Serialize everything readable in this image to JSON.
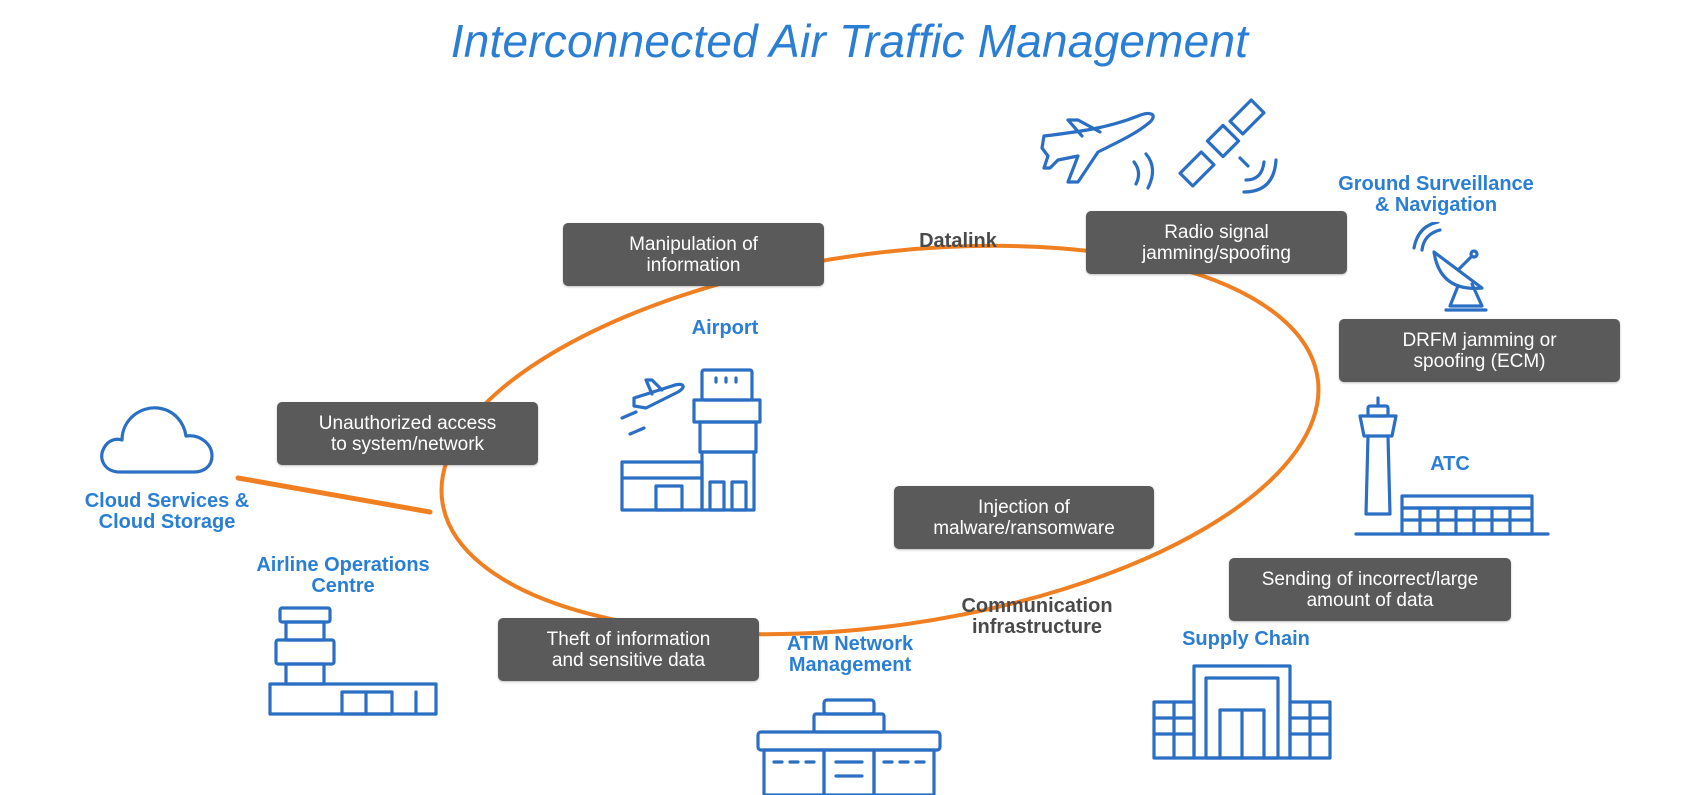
{
  "title": "Interconnected Air Traffic Management",
  "colors": {
    "title": "#2a7fd4",
    "node_label": "#2a7fd4",
    "link_label": "#4a4a4a",
    "ring": "#f07f22",
    "threat_box": "#5a5a5a",
    "icon_stroke": "#2a6fc4"
  },
  "nodes": {
    "ground_surveillance": {
      "line1": "Ground Surveillance",
      "line2": "& Navigation",
      "icon": "radar-dish-icon"
    },
    "airport": {
      "label": "Airport",
      "icon": "airport-tower-icon"
    },
    "cloud": {
      "line1": "Cloud Services &",
      "line2": "Cloud Storage",
      "icon": "cloud-icon"
    },
    "airline_ops": {
      "line1": "Airline Operations",
      "line2": "Centre",
      "icon": "ops-centre-icon"
    },
    "atm_network": {
      "line1": "ATM Network",
      "line2": "Management",
      "icon": "atm-building-icon"
    },
    "supply_chain": {
      "label": "Supply Chain",
      "icon": "warehouse-icon"
    },
    "atc": {
      "label": "ATC",
      "icon": "atc-tower-icon"
    },
    "aircraft": {
      "icon": "airplane-icon"
    },
    "satellite": {
      "icon": "satellite-icon"
    }
  },
  "links": {
    "datalink": "Datalink",
    "communication": {
      "line1": "Communication",
      "line2": "infrastructure"
    }
  },
  "threats": {
    "manipulation": {
      "line1": "Manipulation of",
      "line2": "information"
    },
    "radio": {
      "line1": "Radio signal",
      "line2": "jamming/spoofing"
    },
    "drfm": {
      "line1": "DRFM jamming or",
      "line2": "spoofing (ECM)"
    },
    "unauthorized": {
      "line1": "Unauthorized access",
      "line2": "to system/network"
    },
    "injection": {
      "line1": "Injection of",
      "line2": "malware/ransomware"
    },
    "sending": {
      "line1": "Sending of incorrect/large",
      "line2": "amount of data"
    },
    "theft": {
      "line1": "Theft of information",
      "line2": "and sensitive data"
    }
  }
}
